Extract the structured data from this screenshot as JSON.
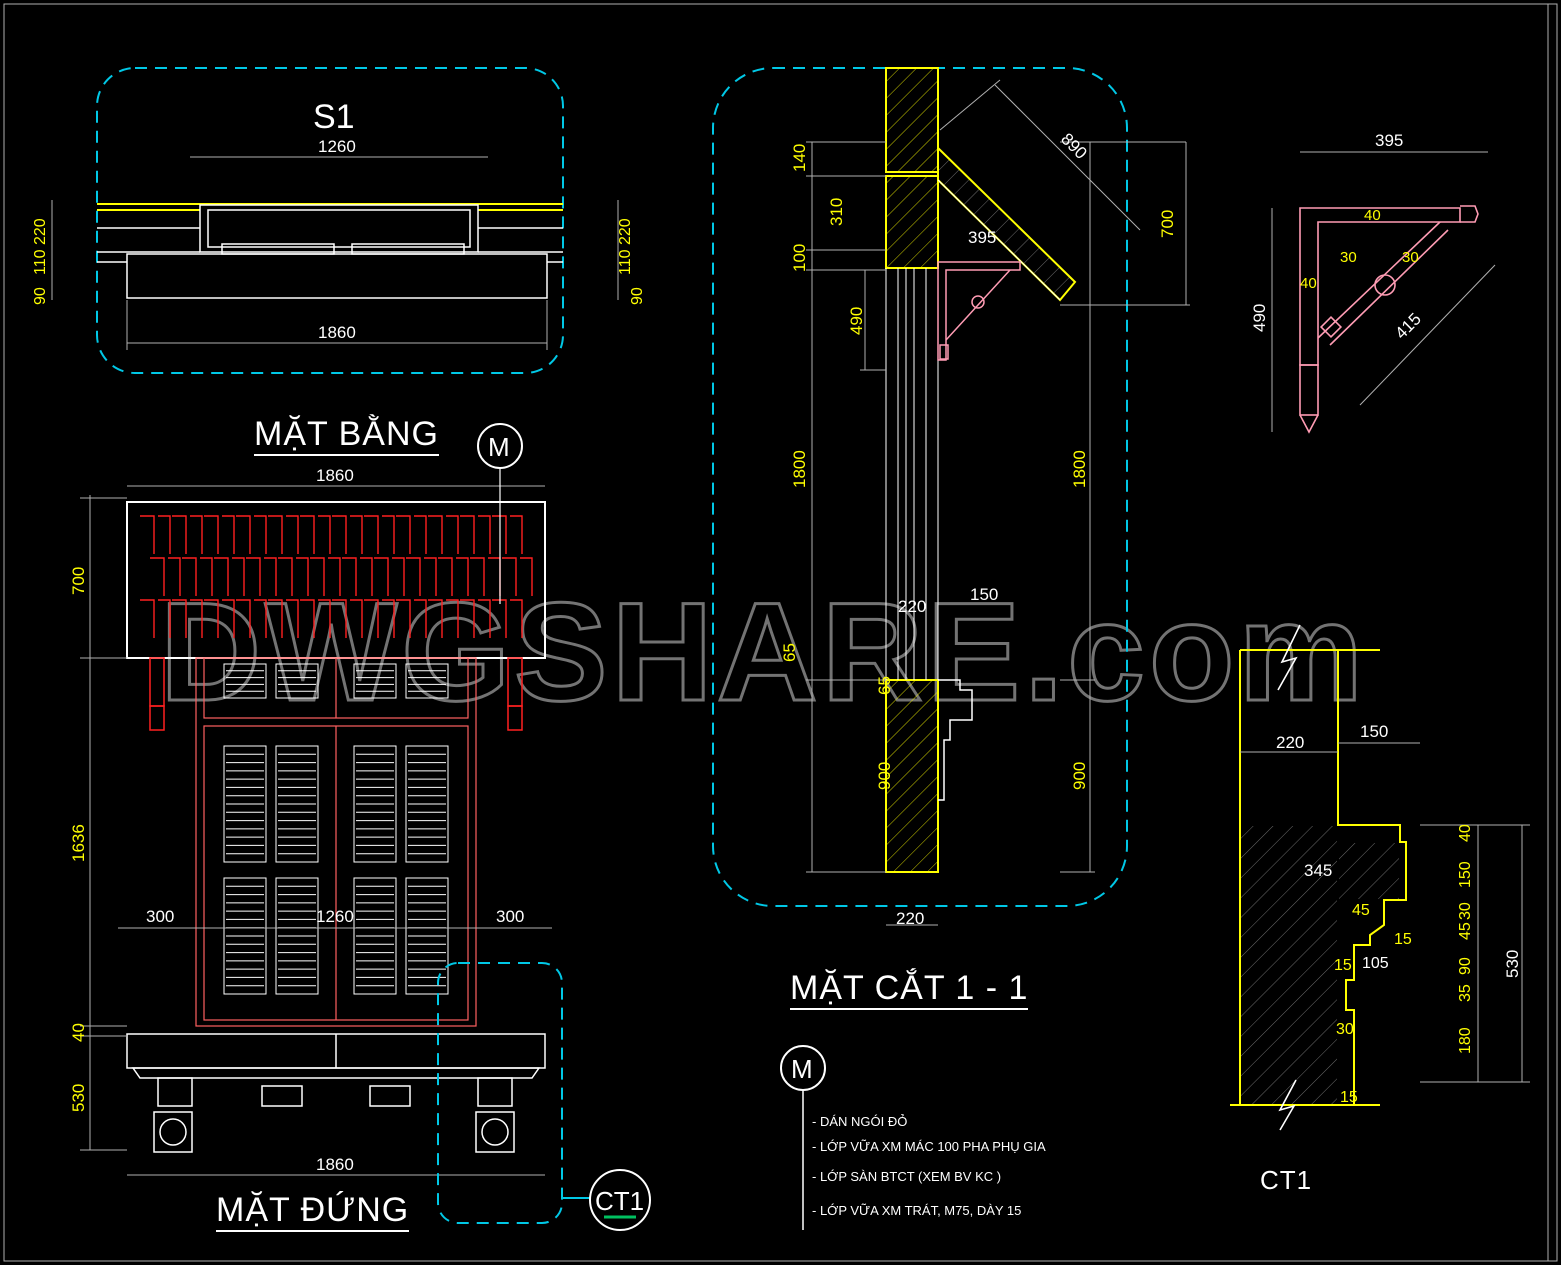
{
  "views": {
    "plan_title": "MẶT BẰNG",
    "elevation_title": "MẶT ĐỨNG",
    "section_title": "MẶT CẮT 1 - 1",
    "detail_title": "CT1"
  },
  "tags": {
    "plan_tag": "S1",
    "material_marker": "M",
    "callout_marker": "CT1"
  },
  "notes": [
    "- DÁN NGÓI ĐỎ",
    "- LỚP VỮA XM MÁC 100 PHA PHỤ GIA",
    "- LỚP SÀN BTCT (XEM BV KC )",
    "- LỚP VỮA XM TRÁT, M75, DÀY 15"
  ],
  "watermark": "DWGSHARE.com",
  "dimensions": {
    "plan": {
      "top": "1260",
      "bottom": "1860",
      "left": [
        "220",
        "110",
        "90"
      ],
      "right": [
        "220",
        "110",
        "90"
      ]
    },
    "elevation": {
      "top": "1860",
      "bottom": "1860",
      "left": [
        "700",
        "1636",
        "40",
        "530"
      ],
      "mid": [
        "300",
        "1260",
        "300"
      ]
    },
    "section": {
      "left": [
        "140",
        "310",
        "100",
        "490",
        "1800",
        "65",
        "65",
        "900"
      ],
      "right": [
        "700",
        "1800",
        "900"
      ],
      "diag": "890",
      "bracket": "395",
      "wall": "220",
      "mid": [
        "220",
        "150"
      ]
    },
    "bracket": {
      "top": "395",
      "left": "490",
      "diag": "415",
      "inner": [
        "40",
        "40",
        "30",
        "30"
      ]
    },
    "ct1": {
      "top": [
        "220",
        "150"
      ],
      "right": [
        "40",
        "150",
        "45",
        "30",
        "90",
        "35",
        "180"
      ],
      "total": "530",
      "inner": [
        "345",
        "45",
        "15",
        "15",
        "105",
        "30",
        "15"
      ]
    }
  },
  "colors": {
    "background": "#000000",
    "boundary": "#00c8e6",
    "wall": "#ffff00",
    "tile": "#ff2020",
    "white": "#ffffff",
    "dim": "#b0b0b0",
    "pink": "#ff9cb4"
  }
}
